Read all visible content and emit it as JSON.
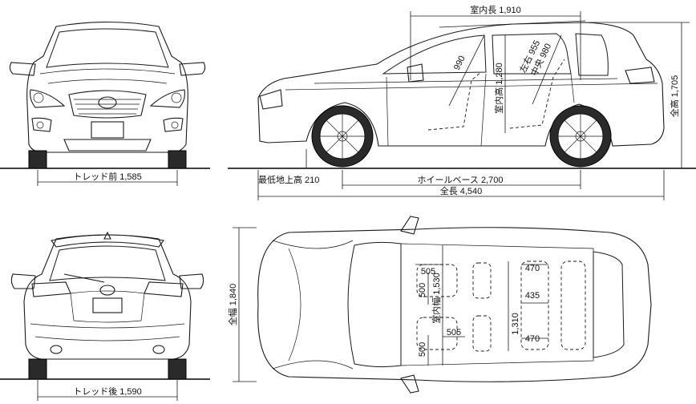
{
  "labels": {
    "interior_length": "室内長 1,910",
    "tread_front": "トレッド前 1,585",
    "min_ground_clearance": "最低地上高 210",
    "wheelbase": "ホイールベース 2,700",
    "overall_length": "全長 4,540",
    "overall_height": "全高 1,705",
    "interior_height": "室内高 1,280",
    "front_head_990": "990",
    "lr_955": "左右 955",
    "center_980": "中央 980",
    "overall_width": "全幅 1,840",
    "tread_rear": "トレッド後 1,590",
    "interior_width": "室内幅 1,530",
    "d505_top": "505",
    "d500_top": "500",
    "d470_top": "470",
    "d435": "435",
    "d1310": "1,310",
    "d505_bottom": "505",
    "d470_bottom": "470",
    "d500_bottom": "500"
  }
}
